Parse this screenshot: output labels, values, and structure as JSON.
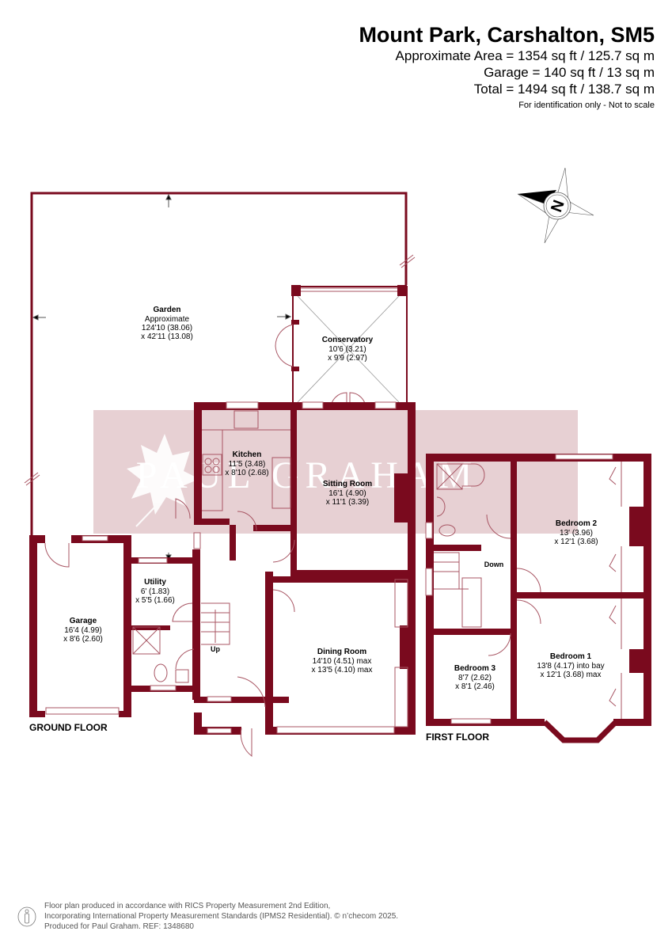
{
  "header": {
    "title": "Mount Park, Carshalton, SM5",
    "area_lines": [
      "Approximate Area = 1354 sq ft / 125.7 sq m",
      "Garage = 140 sq ft / 13 sq m",
      "Total = 1494 sq ft / 138.7 sq m"
    ],
    "note": "For identification only - Not to scale"
  },
  "compass": {
    "label": "N",
    "icon": "compass-rose-icon"
  },
  "watermark": {
    "text": "PAUL GRAHAM",
    "icon": "leaf-logo-icon",
    "band_color": "#e7d0d3"
  },
  "colors": {
    "wall": "#7a0a1e",
    "fixture": "#a85563",
    "text": "#000000"
  },
  "floors": {
    "ground": {
      "label": "GROUND FLOOR",
      "rooms": [
        {
          "name": "Garden",
          "lines": [
            "Approximate",
            "124'10 (38.06)",
            "x 42'11 (13.08)"
          ]
        },
        {
          "name": "Conservatory",
          "lines": [
            "10'6 (3.21)",
            "x 9'9 (2.97)"
          ]
        },
        {
          "name": "Kitchen",
          "lines": [
            "11'5 (3.48)",
            "x 8'10 (2.68)"
          ]
        },
        {
          "name": "Sitting Room",
          "lines": [
            "16'1 (4.90)",
            "x 11'1 (3.39)"
          ]
        },
        {
          "name": "Utility",
          "lines": [
            "6' (1.83)",
            "x 5'5 (1.66)"
          ]
        },
        {
          "name": "Garage",
          "lines": [
            "16'4 (4.99)",
            "x 8'6 (2.60)"
          ]
        },
        {
          "name": "Dining Room",
          "lines": [
            "14'10 (4.51) max",
            "x 13'5 (4.10) max"
          ]
        }
      ],
      "stairs_label": "Up"
    },
    "first": {
      "label": "FIRST FLOOR",
      "rooms": [
        {
          "name": "Bedroom 2",
          "lines": [
            "13' (3.96)",
            "x 12'1 (3.68)"
          ]
        },
        {
          "name": "Bedroom 1",
          "lines": [
            "13'8 (4.17) into bay",
            "x 12'1 (3.68) max"
          ]
        },
        {
          "name": "Bedroom 3",
          "lines": [
            "8'7 (2.62)",
            "x 8'1 (2.46)"
          ]
        }
      ],
      "stairs_label": "Down"
    }
  },
  "footer": {
    "lines": [
      "Floor plan produced in accordance with RICS Property Measurement 2nd Edition,",
      "Incorporating International Property Measurement Standards (IPMS2 Residential).   © n’checom 2025.",
      "Produced for Paul Graham.   REF: 1348680"
    ]
  }
}
